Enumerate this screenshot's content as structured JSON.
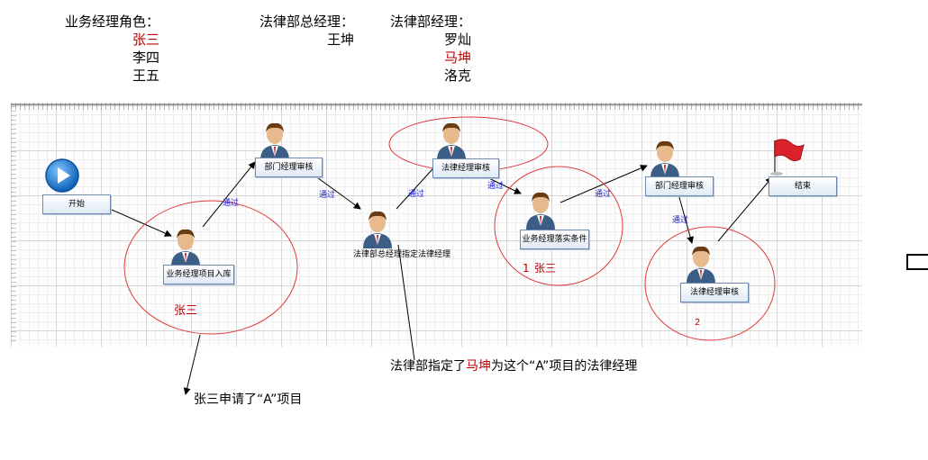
{
  "roles": {
    "business_manager": {
      "title": "业务经理角色：",
      "members": [
        "张三",
        "李四",
        "王五"
      ],
      "highlight": [
        0
      ]
    },
    "legal_director": {
      "title": "法律部总经理：",
      "members": [
        "王坤"
      ],
      "highlight": []
    },
    "legal_manager": {
      "title": "法律部经理：",
      "members": [
        "罗灿",
        "马坤",
        "洛克"
      ],
      "highlight": [
        1
      ]
    }
  },
  "workflow": {
    "nodes": {
      "start": "开始",
      "business_entry": "业务经理项目入库",
      "dept_review_1": "部门经理审核",
      "legal_director_assign": "法律部总经理指定法律经理",
      "legal_review_1": "法律经理审核",
      "business_plan": "业务经理落实条件",
      "dept_review_2": "部门经理审核",
      "legal_review_2": "法律经理审核",
      "end": "结束"
    },
    "edge_label": "通过",
    "circle_labels": {
      "circle1": "张三",
      "circle3_num": "1",
      "circle3_name": "张三",
      "circle4_num": "2"
    }
  },
  "annotations": {
    "apply": "张三申请了“A”项目",
    "assign_prefix": "法律部指定了",
    "assign_name": "马坤",
    "assign_suffix": "为这个“A”项目的法律经理"
  },
  "colors": {
    "highlight": "#c00000",
    "circle": "#e03a3a",
    "edge_label": "#1a1ad0",
    "node_border": "#6d8bb0"
  }
}
